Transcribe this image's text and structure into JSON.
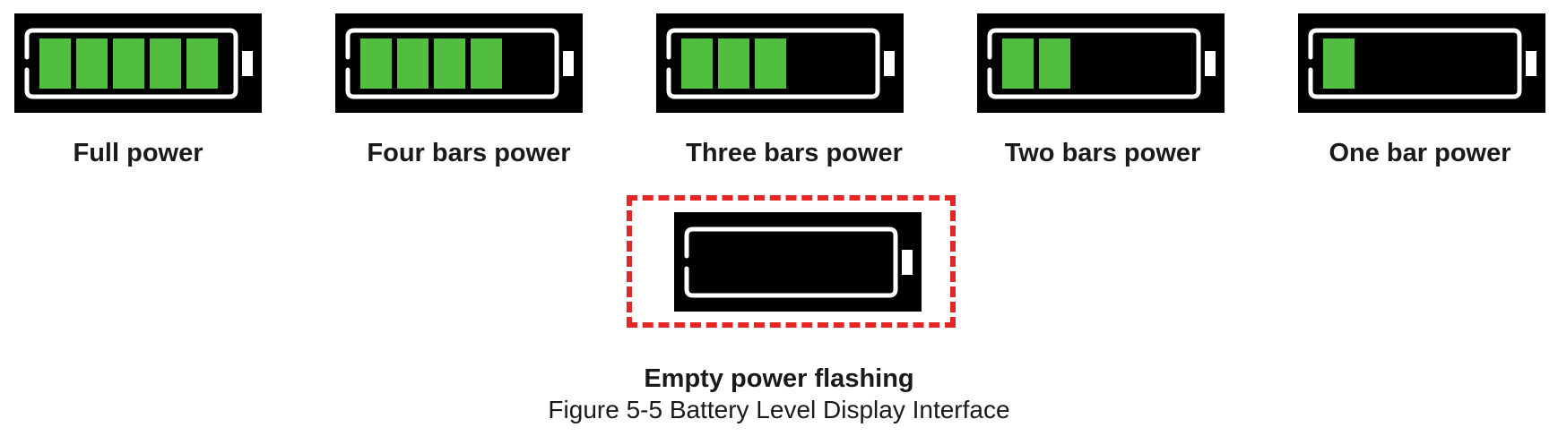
{
  "colors": {
    "cell_fill": "#51be3f",
    "outline": "#ffffff",
    "panel": "#000000",
    "highlight_dash": "#e32626"
  },
  "batteries": [
    {
      "label": "Full power",
      "bars": 5
    },
    {
      "label": "Four bars power",
      "bars": 4
    },
    {
      "label": "Three bars power",
      "bars": 3
    },
    {
      "label": "Two bars power",
      "bars": 2
    },
    {
      "label": "One bar power",
      "bars": 1
    },
    {
      "label": "Empty power flashing",
      "bars": 0,
      "highlighted": true
    }
  ],
  "caption": "Figure 5-5 Battery Level Display Interface"
}
